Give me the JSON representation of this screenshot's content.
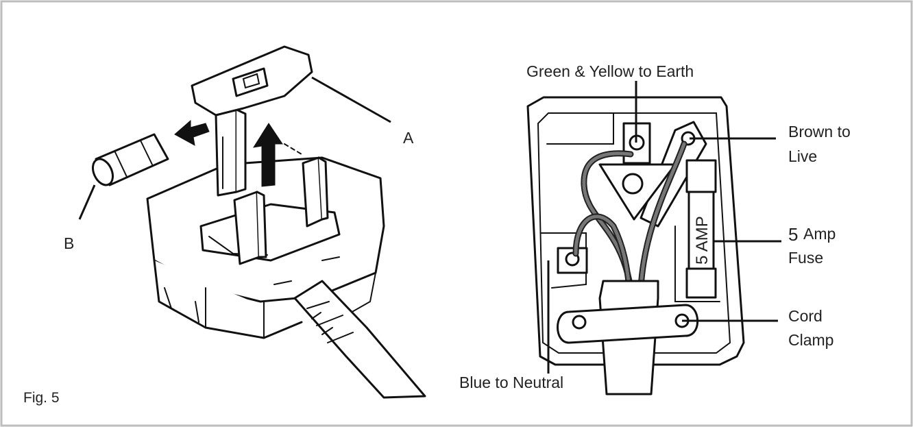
{
  "figure": {
    "caption": "Fig. 5"
  },
  "left_diagram": {
    "label_a": "A",
    "label_b": "B"
  },
  "right_diagram": {
    "earth_label": "Green & Yellow to Earth",
    "live_label_line1": "Brown to",
    "live_label_line2": "Live",
    "fuse_label_number": "5",
    "fuse_label_line1": "Amp",
    "fuse_label_line2": "Fuse",
    "clamp_label_line1": "Cord",
    "clamp_label_line2": "Clamp",
    "neutral_label": "Blue to Neutral",
    "fuse_marking": "5 AMP"
  },
  "colors": {
    "border": "#bdbdbd",
    "line": "#111111"
  }
}
